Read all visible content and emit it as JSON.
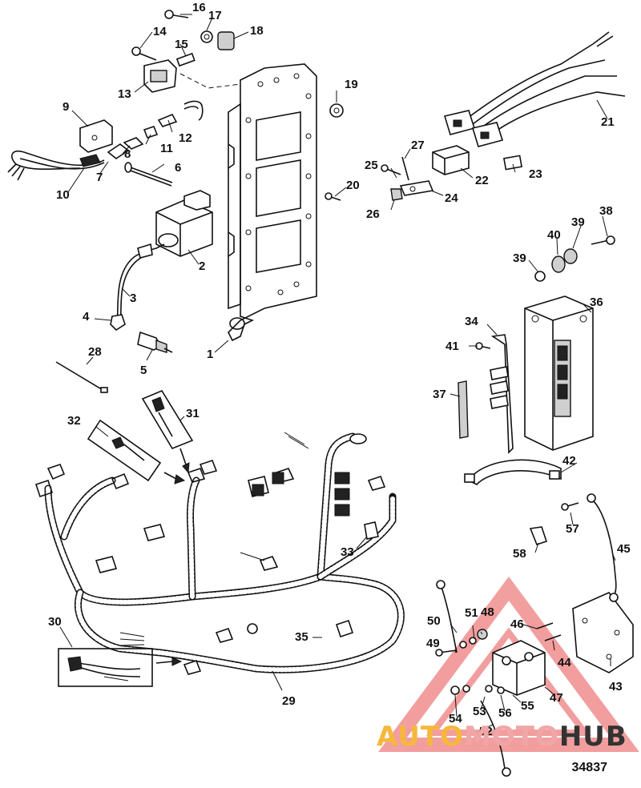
{
  "diagram": {
    "id_label": "34837",
    "watermark": {
      "part1": "AUTO",
      "part2": "MOTO",
      "part3": "HUB",
      "color_primary": "#f5b83c",
      "color_secondary": "#e85050"
    },
    "callouts": [
      "1",
      "2",
      "3",
      "4",
      "5",
      "6",
      "7",
      "8",
      "9",
      "10",
      "11",
      "12",
      "13",
      "14",
      "15",
      "16",
      "17",
      "18",
      "19",
      "20",
      "21",
      "22",
      "23",
      "24",
      "25",
      "26",
      "27",
      "28",
      "29",
      "30",
      "31",
      "32",
      "33",
      "34",
      "35",
      "36",
      "37",
      "38",
      "39",
      "39",
      "40",
      "41",
      "42",
      "43",
      "44",
      "45",
      "46",
      "47",
      "48",
      "49",
      "50",
      "51",
      "52",
      "53",
      "54",
      "55",
      "56",
      "57",
      "58"
    ]
  }
}
